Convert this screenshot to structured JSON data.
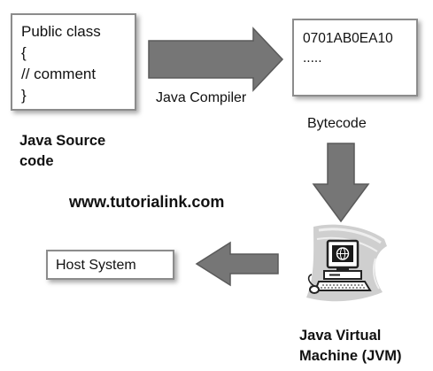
{
  "source": {
    "code_lines": [
      "Public class",
      "{",
      "// comment",
      "}"
    ],
    "caption_lines": [
      "Java Source",
      "code"
    ]
  },
  "compiler_label": "Java Compiler",
  "bytecode": {
    "lines": [
      "0701AB0EA10",
      "....."
    ],
    "caption": "Bytecode"
  },
  "website": "www.tutorialink.com",
  "host_system": "Host System",
  "jvm_caption_lines": [
    "Java Virtual",
    "Machine (JVM)"
  ],
  "colors": {
    "arrow_fill": "#767676",
    "arrow_stroke": "#5a5a5a",
    "box_border": "#8c8c8c"
  }
}
